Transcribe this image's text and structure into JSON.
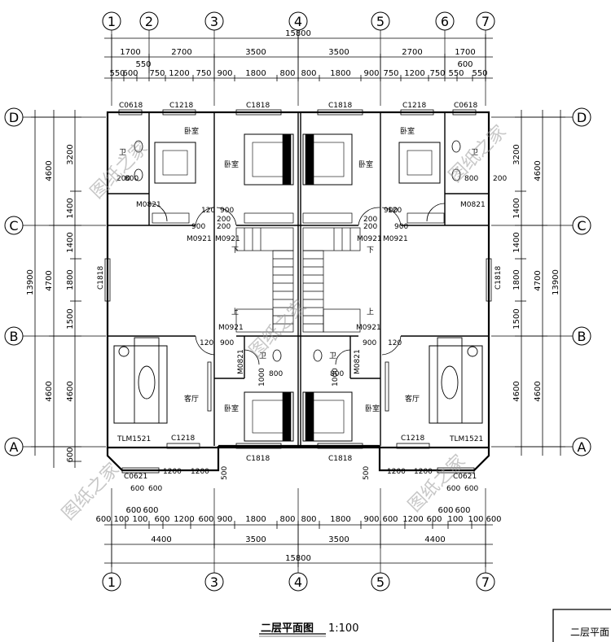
{
  "axes_top": [
    "1",
    "2",
    "3",
    "4",
    "5",
    "6",
    "7"
  ],
  "axes_bottom": [
    "1",
    "3",
    "4",
    "5",
    "7"
  ],
  "axes_left": [
    "D",
    "C",
    "B",
    "A"
  ],
  "axes_right": [
    "D",
    "C",
    "B",
    "A"
  ],
  "top_dims": {
    "overall": "15800",
    "row1": [
      "1700",
      "2700",
      "3500",
      "3500",
      "2700",
      "1700"
    ],
    "row1_extra": [
      "550",
      "600"
    ],
    "row2": [
      "550",
      "600",
      "750",
      "1200",
      "750",
      "900",
      "1800",
      "800",
      "800",
      "1800",
      "900",
      "750",
      "1200",
      "750",
      "550",
      "550"
    ]
  },
  "bottom_dims": {
    "overall": "15800",
    "row1": [
      "4400",
      "3500",
      "3500",
      "4400"
    ],
    "row2": [
      "600",
      "100",
      "100",
      "600",
      "1200",
      "600",
      "900",
      "1800",
      "800",
      "800",
      "1800",
      "900",
      "600",
      "1200",
      "600",
      "100",
      "100",
      "600"
    ],
    "row3_left": [
      "600",
      "600"
    ],
    "row3_right": [
      "600",
      "600"
    ]
  },
  "left_dims": {
    "overall": "13900",
    "outer": [
      "4600",
      "4700",
      "4600"
    ],
    "inner": [
      "3200",
      "1400",
      "1400",
      "1800",
      "1500",
      "4600",
      "600"
    ]
  },
  "right_dims": {
    "overall": "13900",
    "outer": [
      "4600",
      "4700",
      "4600"
    ],
    "inner": [
      "3200",
      "1400",
      "1400",
      "1800",
      "1500",
      "4600"
    ]
  },
  "window_labels": {
    "c0618_l": "C0618",
    "c1218_tl": "C1218",
    "c1818_t1": "C1818",
    "c1818_t2": "C1818",
    "c1218_tr": "C1218",
    "c0618_r": "C0618",
    "c1818_lw": "C1818",
    "c1818_rw": "C1818",
    "tlm_l": "TLM1521",
    "tlm_r": "TLM1521",
    "c1218_bl": "C1218",
    "c1218_br": "C1218",
    "c1818_b1": "C1818",
    "c1818_b2": "C1818",
    "c0621_l": "C0621",
    "c0621_r": "C0621"
  },
  "door_labels": {
    "m0821_l": "M0821",
    "m0821_r": "M0821",
    "m0921_a": "M0921",
    "m0921_b": "M0921",
    "m0921_c": "M0921",
    "m0921_d": "M0921",
    "m0921_e": "M0921",
    "m0921_f": "M0921",
    "m0821_bl": "M0821",
    "m0821_br": "M0821"
  },
  "rooms": {
    "bed_tl": "卧室",
    "bed_t2": "卧室",
    "bed_t3": "卧室",
    "bed_tr": "卧室",
    "bath_l": "卫",
    "bath_r": "卫",
    "bath_ml": "卫",
    "bath_mr": "卫",
    "living_l": "客厅",
    "living_r": "客厅",
    "bed_bl": "卧室",
    "bed_br": "卧室",
    "stair_up_l": "上",
    "stair_up_r": "上",
    "stair_dn_l": "下",
    "stair_dn_r": "下"
  },
  "small_dims": {
    "d900a": "900",
    "d900b": "900",
    "d900c": "900",
    "d900d": "900",
    "d900e": "900",
    "d900f": "900",
    "d120a": "120",
    "d120b": "120",
    "d120c": "120",
    "d120d": "120",
    "d200a": "200",
    "d200b": "200",
    "d200c": "200",
    "d200d": "200",
    "d200e": "200",
    "d200f": "200",
    "d800a": "800",
    "d800b": "800",
    "d800c": "800",
    "d800d": "800",
    "d1000a": "1000",
    "d1000b": "1000",
    "d1200a": "1200",
    "d1200b": "1200",
    "d1200c": "1200",
    "d1200d": "1200",
    "d500a": "500",
    "d500b": "500",
    "d600a": "600",
    "d600b": "600",
    "d600c": "600",
    "d600d": "600"
  },
  "watermark": "图纸之家",
  "title": "二层平面图",
  "scale": "1:100",
  "inset_title": "二层平面"
}
